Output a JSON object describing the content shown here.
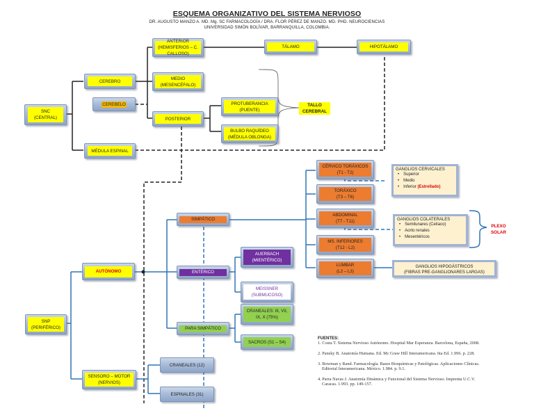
{
  "header": {
    "title": "ESQUEMA ORGANIZATIVO DEL SISTEMA NERVIOSO",
    "authors": "DR. AUGUSTO MANZO A. MD. Mg. SC FARMACOLOGÍA / DRA. FLOR PÉREZ DE MANZO. MD. PHD. NEUROCIENCIAS",
    "institution": "UNIVERSIDAD SIMÓN BOLÍVAR, BARRANQUILLA, COLOMBIA."
  },
  "colors": {
    "yellow": "#ffff00",
    "orange": "#ec7c30",
    "purple": "#7030a0",
    "green": "#92d050",
    "cream": "#fdf1d0",
    "blue_line": "#2e75b6",
    "black_line": "#222222",
    "red_text": "#e00000"
  },
  "snc": {
    "root": {
      "line1": "SNC",
      "line2": "(CENTRAL)"
    },
    "cerebro": "CEREBRO",
    "cerebelo": "CEREBELO",
    "medula": "MÉDULA ESPINAL",
    "anterior": {
      "line1": "ANTERIOR",
      "line2": "(HEMISFERIOS – C. CALLOSO)"
    },
    "medio": {
      "line1": "MEDIO",
      "line2": "(MESENCÉFALO)"
    },
    "posterior": "POSTERIOR",
    "talamo": "TÁLAMO",
    "hipotalamo": "HIPOTÁLAMO",
    "protuberancia": {
      "line1": "PROTUBERANCIA",
      "line2": "(PUENTE)"
    },
    "bulbo": {
      "line1": "BULBO RAQUÍDEO",
      "line2": "(MÉDULA OBLONGA)"
    },
    "tallo": {
      "line1": "TALLO",
      "line2": "CEREBRAL"
    }
  },
  "snp": {
    "root": {
      "line1": "SNP",
      "line2": "(PERIFÉRICO)"
    },
    "autonomo": "AUTÓNOMO",
    "sensoro_motor": {
      "line1": "SENSORO – MOTOR",
      "line2": "(NERVIOS)"
    },
    "simpatico": "SIMPÁTICO",
    "enterico": "ENTÉRICO",
    "parasimpatico": "PARA SIMPÁTICO",
    "auerbach": {
      "line1": "AUERBACH",
      "line2": "(MIENTÉRICO)"
    },
    "meissner": {
      "line1": "MEISSNER",
      "line2": "(SUBMUCOSO)"
    },
    "craneales_para": {
      "line1": "CRANEALES: III, VII,",
      "line2": "IX, X (75%)"
    },
    "sacros": "SACROS (S1 – S4)",
    "craneales_nervios": "CRANEALES (12)",
    "espinales": "ESPINALES (31)",
    "segments": [
      {
        "line1": "CÉRVICO TORÁXICOS",
        "line2": "(T1 - T2)"
      },
      {
        "line1": "TORÁXICO",
        "line2": "(T3 – T6)"
      },
      {
        "line1": "ABDOMINAL",
        "line2": "(T7 - T11)"
      },
      {
        "line1": "MS. INFERIORES",
        "line2": "(T12 - L2)"
      },
      {
        "line1": "LUMBAR",
        "line2": "(L2 – L3)"
      }
    ],
    "ganglios_cervicales": {
      "title": "GANGLIOS CERVICALES",
      "items": [
        "Superior",
        "Medio",
        "Inferior"
      ],
      "note": "(Estrellado)"
    },
    "ganglios_colaterales": {
      "title": "GANGLIOS COLATERALES",
      "items": [
        "Semilunares (Celíaco)",
        "Aorto renales",
        "Mesentéricos"
      ]
    },
    "plexo": {
      "line1": "PLEXO",
      "line2": "SOLAR"
    },
    "ganglios_hipogastricos": {
      "line1": "GANGLIOS HIPOGÁSTRICOS",
      "line2": "(FIBRAS PRE-GANGLIONARES LARGAS)"
    }
  },
  "references": {
    "heading": "FUENTES:",
    "items": [
      {
        "line1": "1. Costa T. Sistema Nervioso Autónomo. Hospital Mar Esperanza. Barcelona, España, 2008.",
        "line2": ""
      },
      {
        "line1": "2. Pansky B. Anatomía Humana. Ed. Mc Graw Hill Interamericana. 6ta Ed. 1.996. p. 228.",
        "line2": ""
      },
      {
        "line1": "3. Bowman y Rand. Farmacología. Bases Bioquímicas y Patológicas. Aplicaciones Clínicas.",
        "line2": "Editorial Interamericana. México. 1.984. p. 9.1."
      },
      {
        "line1": "4. Parra Navas J. Anatomía Dinámica y Funcional del Sistema Nervioso. Imprenta U.C.V.",
        "line2": "Caracas. 1.993. pp. 149-157."
      }
    ]
  }
}
